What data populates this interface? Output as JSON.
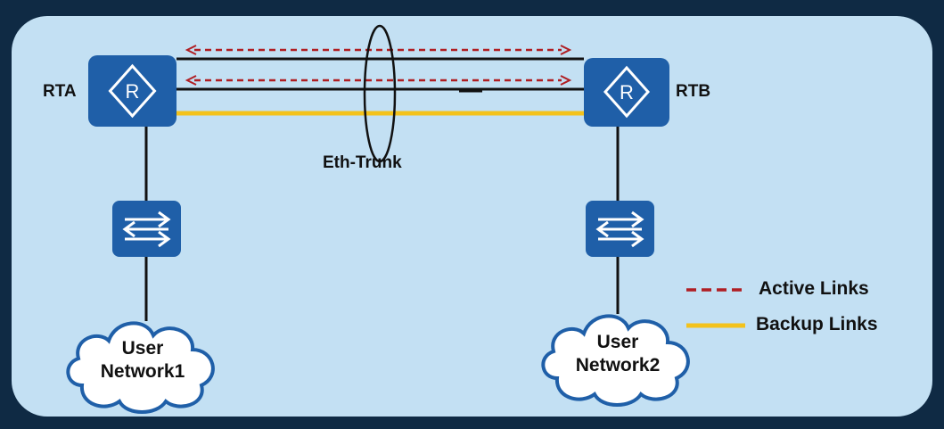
{
  "nodes": {
    "rta": {
      "label": "RTA"
    },
    "rtb": {
      "label": "RTB"
    },
    "switch_left": {
      "icon": "switch-icon"
    },
    "switch_right": {
      "icon": "switch-icon"
    },
    "network1": {
      "line1": "User",
      "line2": "Network1"
    },
    "network2": {
      "line1": "User",
      "line2": "Network2"
    }
  },
  "trunk": {
    "label": "Eth-Trunk"
  },
  "legend": {
    "active_label": "Active Links",
    "backup_label": "Backup Links"
  },
  "colors": {
    "background": "#0f2a44",
    "panel": "#c3e0f3",
    "device": "#1f5fa8",
    "active_link": "#b01e23",
    "backup_link": "#f3c21b",
    "wire": "#111111"
  }
}
